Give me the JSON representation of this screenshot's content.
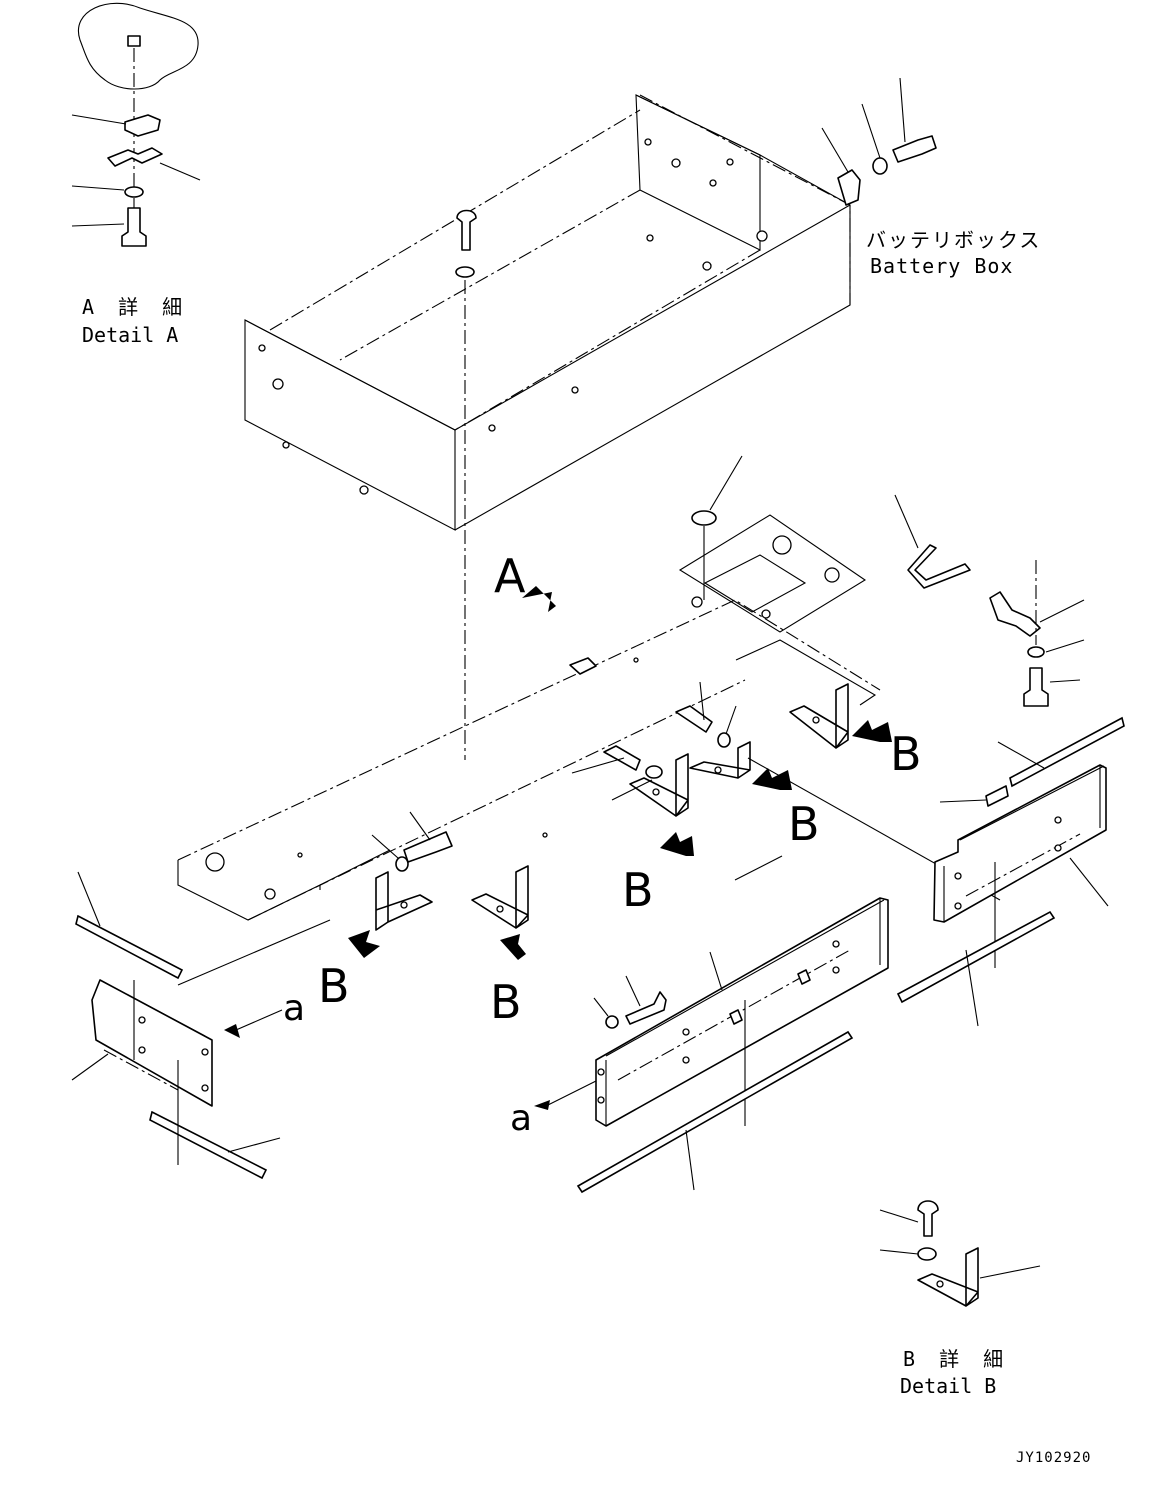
{
  "callouts": {
    "detail_a_jp": "A 詳 細",
    "detail_a_en": "Detail A",
    "battery_box_jp": "バッテリボックス",
    "battery_box_en": "Battery Box",
    "detail_b_jp": "B 詳 細",
    "detail_b_en": "Detail B"
  },
  "view_markers": {
    "A": "A",
    "B": "B",
    "a": "a"
  },
  "drawing_number": "JY102920"
}
